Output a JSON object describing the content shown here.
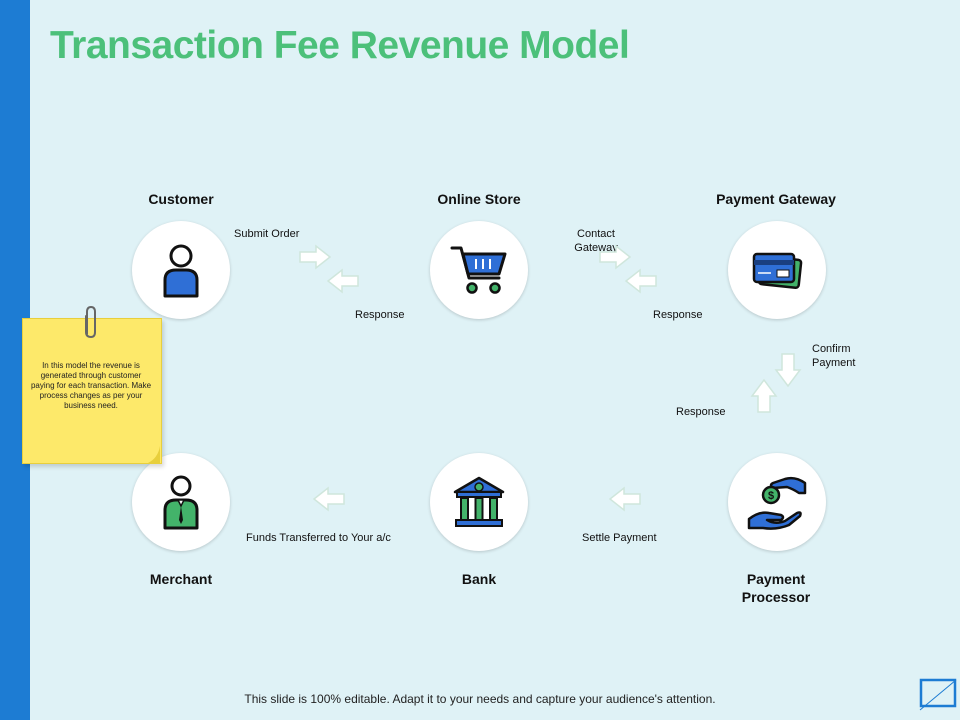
{
  "title": "Transaction Fee Revenue Model",
  "nodes": {
    "customer": "Customer",
    "online_store": "Online Store",
    "payment_gateway": "Payment Gateway",
    "payment_processor": "Payment Processor",
    "bank": "Bank",
    "merchant": "Merchant"
  },
  "edges": {
    "submit_order": "Submit Order",
    "response_1": "Response",
    "contact_gateway": "Contact Gateway",
    "response_2": "Response",
    "confirm_payment": "Confirm Payment",
    "response_3": "Response",
    "settle_payment": "Settle Payment",
    "funds_transferred": "Funds Transferred to Your a/c"
  },
  "note": "In this model the revenue is generated through customer paying for each transaction. Make process changes as per your business need.",
  "footer": "This slide is 100% editable. Adapt it to your needs and capture your audience's attention.",
  "colors": {
    "title": "#4cc07a",
    "accent_blue": "#1d7cd3",
    "icon_blue": "#2f6fd6",
    "icon_green": "#43b36a",
    "background": "#dff2f6",
    "note": "#fde96a"
  },
  "icons": [
    "customer-icon",
    "cart-icon",
    "credit-card-icon",
    "bank-icon",
    "hand-coin-icon",
    "merchant-icon",
    "paper-clip-icon"
  ]
}
